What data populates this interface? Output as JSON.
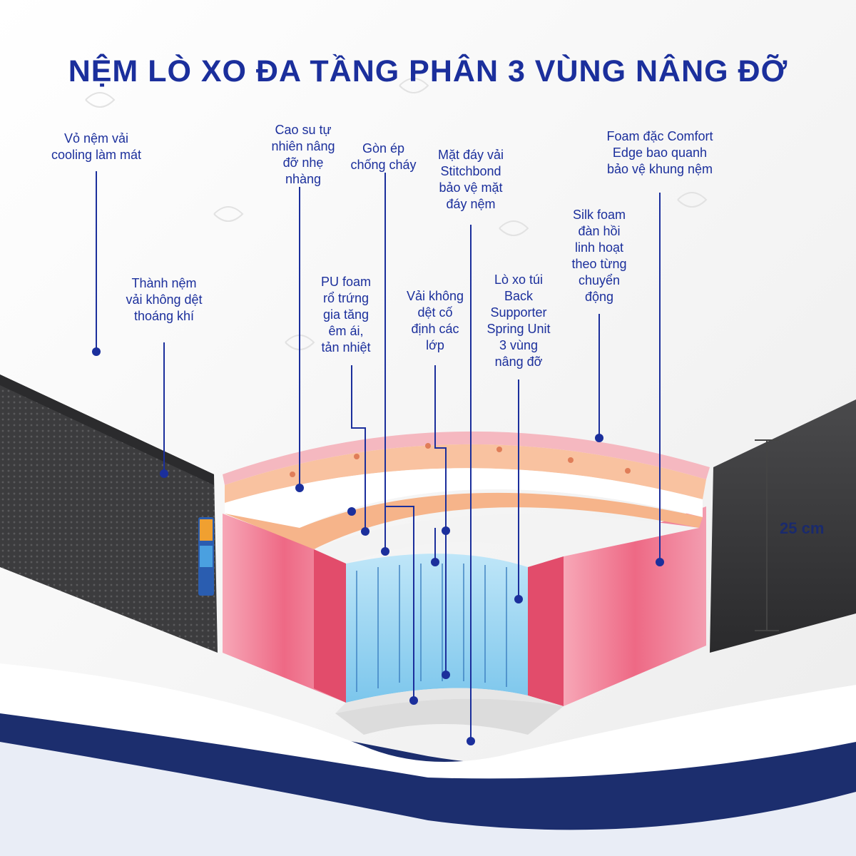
{
  "title": "NỆM LÒ XO ĐA TẦNG PHÂN 3 VÙNG NÂNG ĐỠ",
  "labels": {
    "cover": "Vỏ nệm vải\ncooling làm mát",
    "side": "Thành nệm\nvải không dệt\nthoáng khí",
    "latex": "Cao su tự\nnhiên nâng\nđỡ nhẹ\nnhàng",
    "fire": "Gòn ép\nchống cháy",
    "bottom": "Mặt đáy vải\nStitchbond\nbảo vệ mặt\nđáy nệm",
    "edge": "Foam đặc Comfort\nEdge bao quanh\nbảo vệ khung nệm",
    "silk": "Silk foam\nđàn hồi\nlinh hoạt\ntheo từng\nchuyển\nđộng",
    "pu": "PU foam\nrổ trứng\ngia tăng\nêm ái,\ntản nhiệt",
    "nonwoven": "Vải không\ndệt cố\nđịnh các\nlớp",
    "spring": "Lò xo túi\nBack\nSupporter\nSpring Unit\n3 vùng\nnâng đỡ"
  },
  "height_label": "25 cm",
  "colors": {
    "accent": "#1b2f9c",
    "mattress_top": "#f4f4f4",
    "mattress_side": "#3a3a3c",
    "foam_orange": "#f6b48a",
    "edge_pink": "#ef6f8a",
    "spring_blue": "#8fd0f0",
    "wave": "#1c2e6e"
  }
}
